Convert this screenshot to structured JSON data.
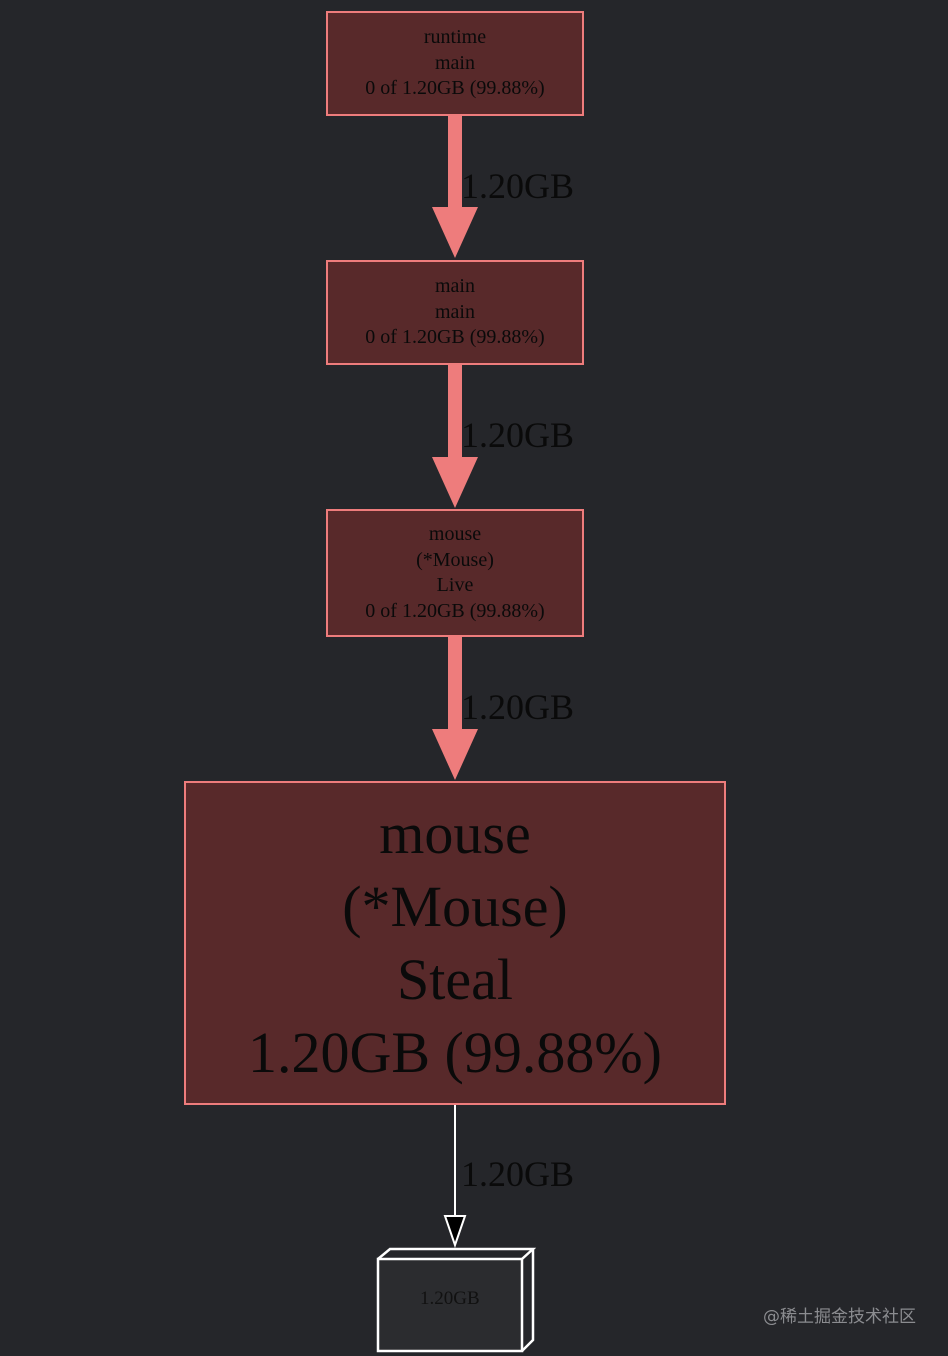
{
  "colors": {
    "background": "#25262a",
    "node_fill": "#58292a",
    "node_border": "#ee7c7c",
    "edge_hot": "#ee7c7c",
    "edge_cold": "#ffffff",
    "text": "#0a0a0a"
  },
  "nodes": [
    {
      "id": "runtime-main",
      "lines": [
        "runtime",
        "main",
        "0 of 1.20GB (99.88%)"
      ]
    },
    {
      "id": "main-main",
      "lines": [
        "main",
        "main",
        "0 of 1.20GB (99.88%)"
      ]
    },
    {
      "id": "mouse-live",
      "lines": [
        "mouse",
        "(*Mouse)",
        "Live",
        "0 of 1.20GB (99.88%)"
      ]
    },
    {
      "id": "mouse-steal",
      "lines": [
        "mouse",
        "(*Mouse)",
        "Steal",
        "1.20GB (99.88%)"
      ]
    },
    {
      "id": "alloc-box",
      "lines": [
        "1.20GB"
      ]
    }
  ],
  "edges": [
    {
      "from": "runtime-main",
      "to": "main-main",
      "label": "1.20GB"
    },
    {
      "from": "main-main",
      "to": "mouse-live",
      "label": "1.20GB"
    },
    {
      "from": "mouse-live",
      "to": "mouse-steal",
      "label": "1.20GB"
    },
    {
      "from": "mouse-steal",
      "to": "alloc-box",
      "label": "1.20GB"
    }
  ],
  "watermark": "@稀土掘金技术社区"
}
